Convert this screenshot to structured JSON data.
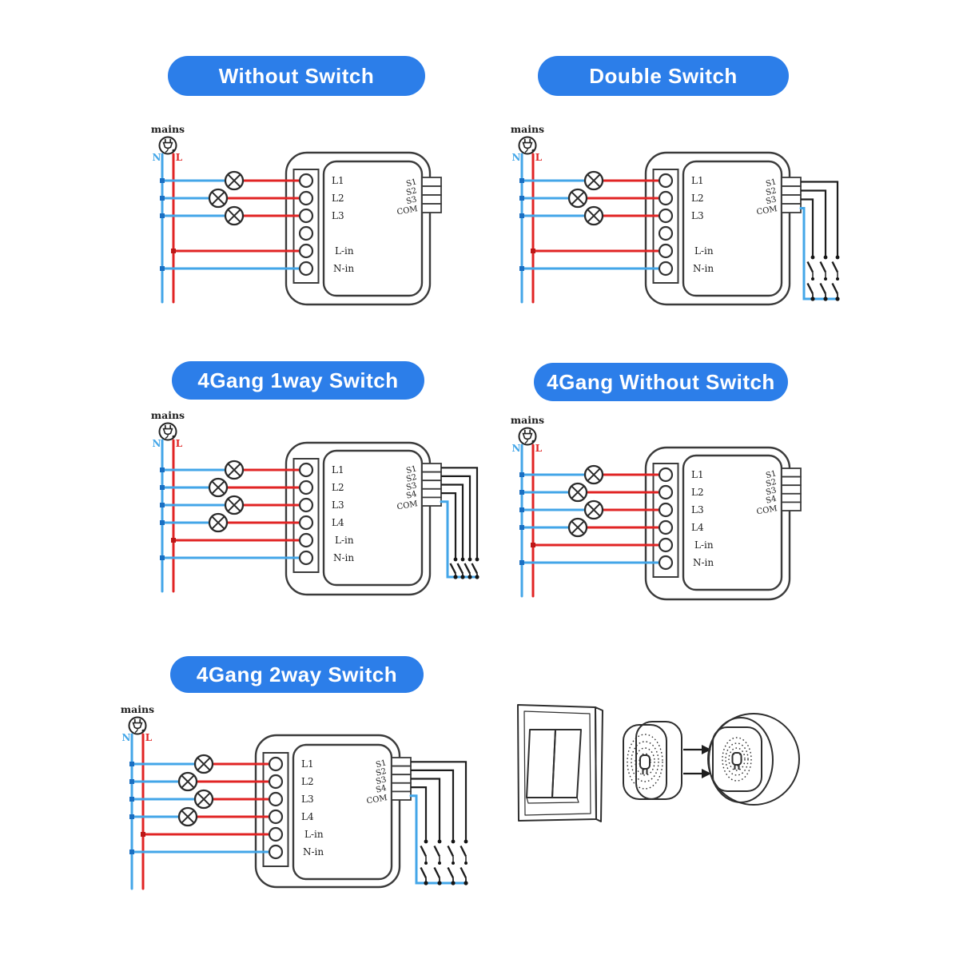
{
  "page": {
    "background": "#ffffff"
  },
  "theme": {
    "banner_color": "#2C7EE9",
    "banner_text_color": "#ffffff",
    "neutral_wire_color": "#43A6E8",
    "live_wire_color": "#E12424",
    "signal_wire_color": "#1D1D1D"
  },
  "shared": {
    "mains": "mains",
    "neutral": "N",
    "live": "L"
  },
  "diagrams": [
    {
      "title": "Without Switch",
      "load_terminals": [
        "L1",
        "L2",
        "L3"
      ],
      "input_terminals": [
        "L-in",
        "N-in"
      ],
      "signal_terminals": [
        "S1",
        "S2",
        "S3",
        "COM"
      ],
      "lamp_count": 3,
      "external_switch_count": 0
    },
    {
      "title": "Double Switch",
      "load_terminals": [
        "L1",
        "L2",
        "L3"
      ],
      "input_terminals": [
        "L-in",
        "N-in"
      ],
      "signal_terminals": [
        "S1",
        "S2",
        "S3",
        "COM"
      ],
      "lamp_count": 3,
      "external_switch_count": 3
    },
    {
      "title": "4Gang 1way Switch",
      "load_terminals": [
        "L1",
        "L2",
        "L3",
        "L4"
      ],
      "input_terminals": [
        "L-in",
        "N-in"
      ],
      "signal_terminals": [
        "S1",
        "S2",
        "S3",
        "S4",
        "COM"
      ],
      "lamp_count": 4,
      "external_switch_count": 4
    },
    {
      "title": "4Gang Without Switch",
      "load_terminals": [
        "L1",
        "L2",
        "L3",
        "L4"
      ],
      "input_terminals": [
        "L-in",
        "N-in"
      ],
      "signal_terminals": [
        "S1",
        "S2",
        "S3",
        "S4",
        "COM"
      ],
      "lamp_count": 4,
      "external_switch_count": 0
    },
    {
      "title": "4Gang 2way Switch",
      "load_terminals": [
        "L1",
        "L2",
        "L3",
        "L4"
      ],
      "input_terminals": [
        "L-in",
        "N-in"
      ],
      "signal_terminals": [
        "S1",
        "S2",
        "S3",
        "S4",
        "COM"
      ],
      "lamp_count": 4,
      "external_switch_count": 4
    }
  ],
  "product_visual": {
    "icons": [
      "two-gang-wall-switch-icon",
      "smart-switch-module-icon",
      "insert-arrows-icon",
      "round-junction-box-icon"
    ]
  }
}
